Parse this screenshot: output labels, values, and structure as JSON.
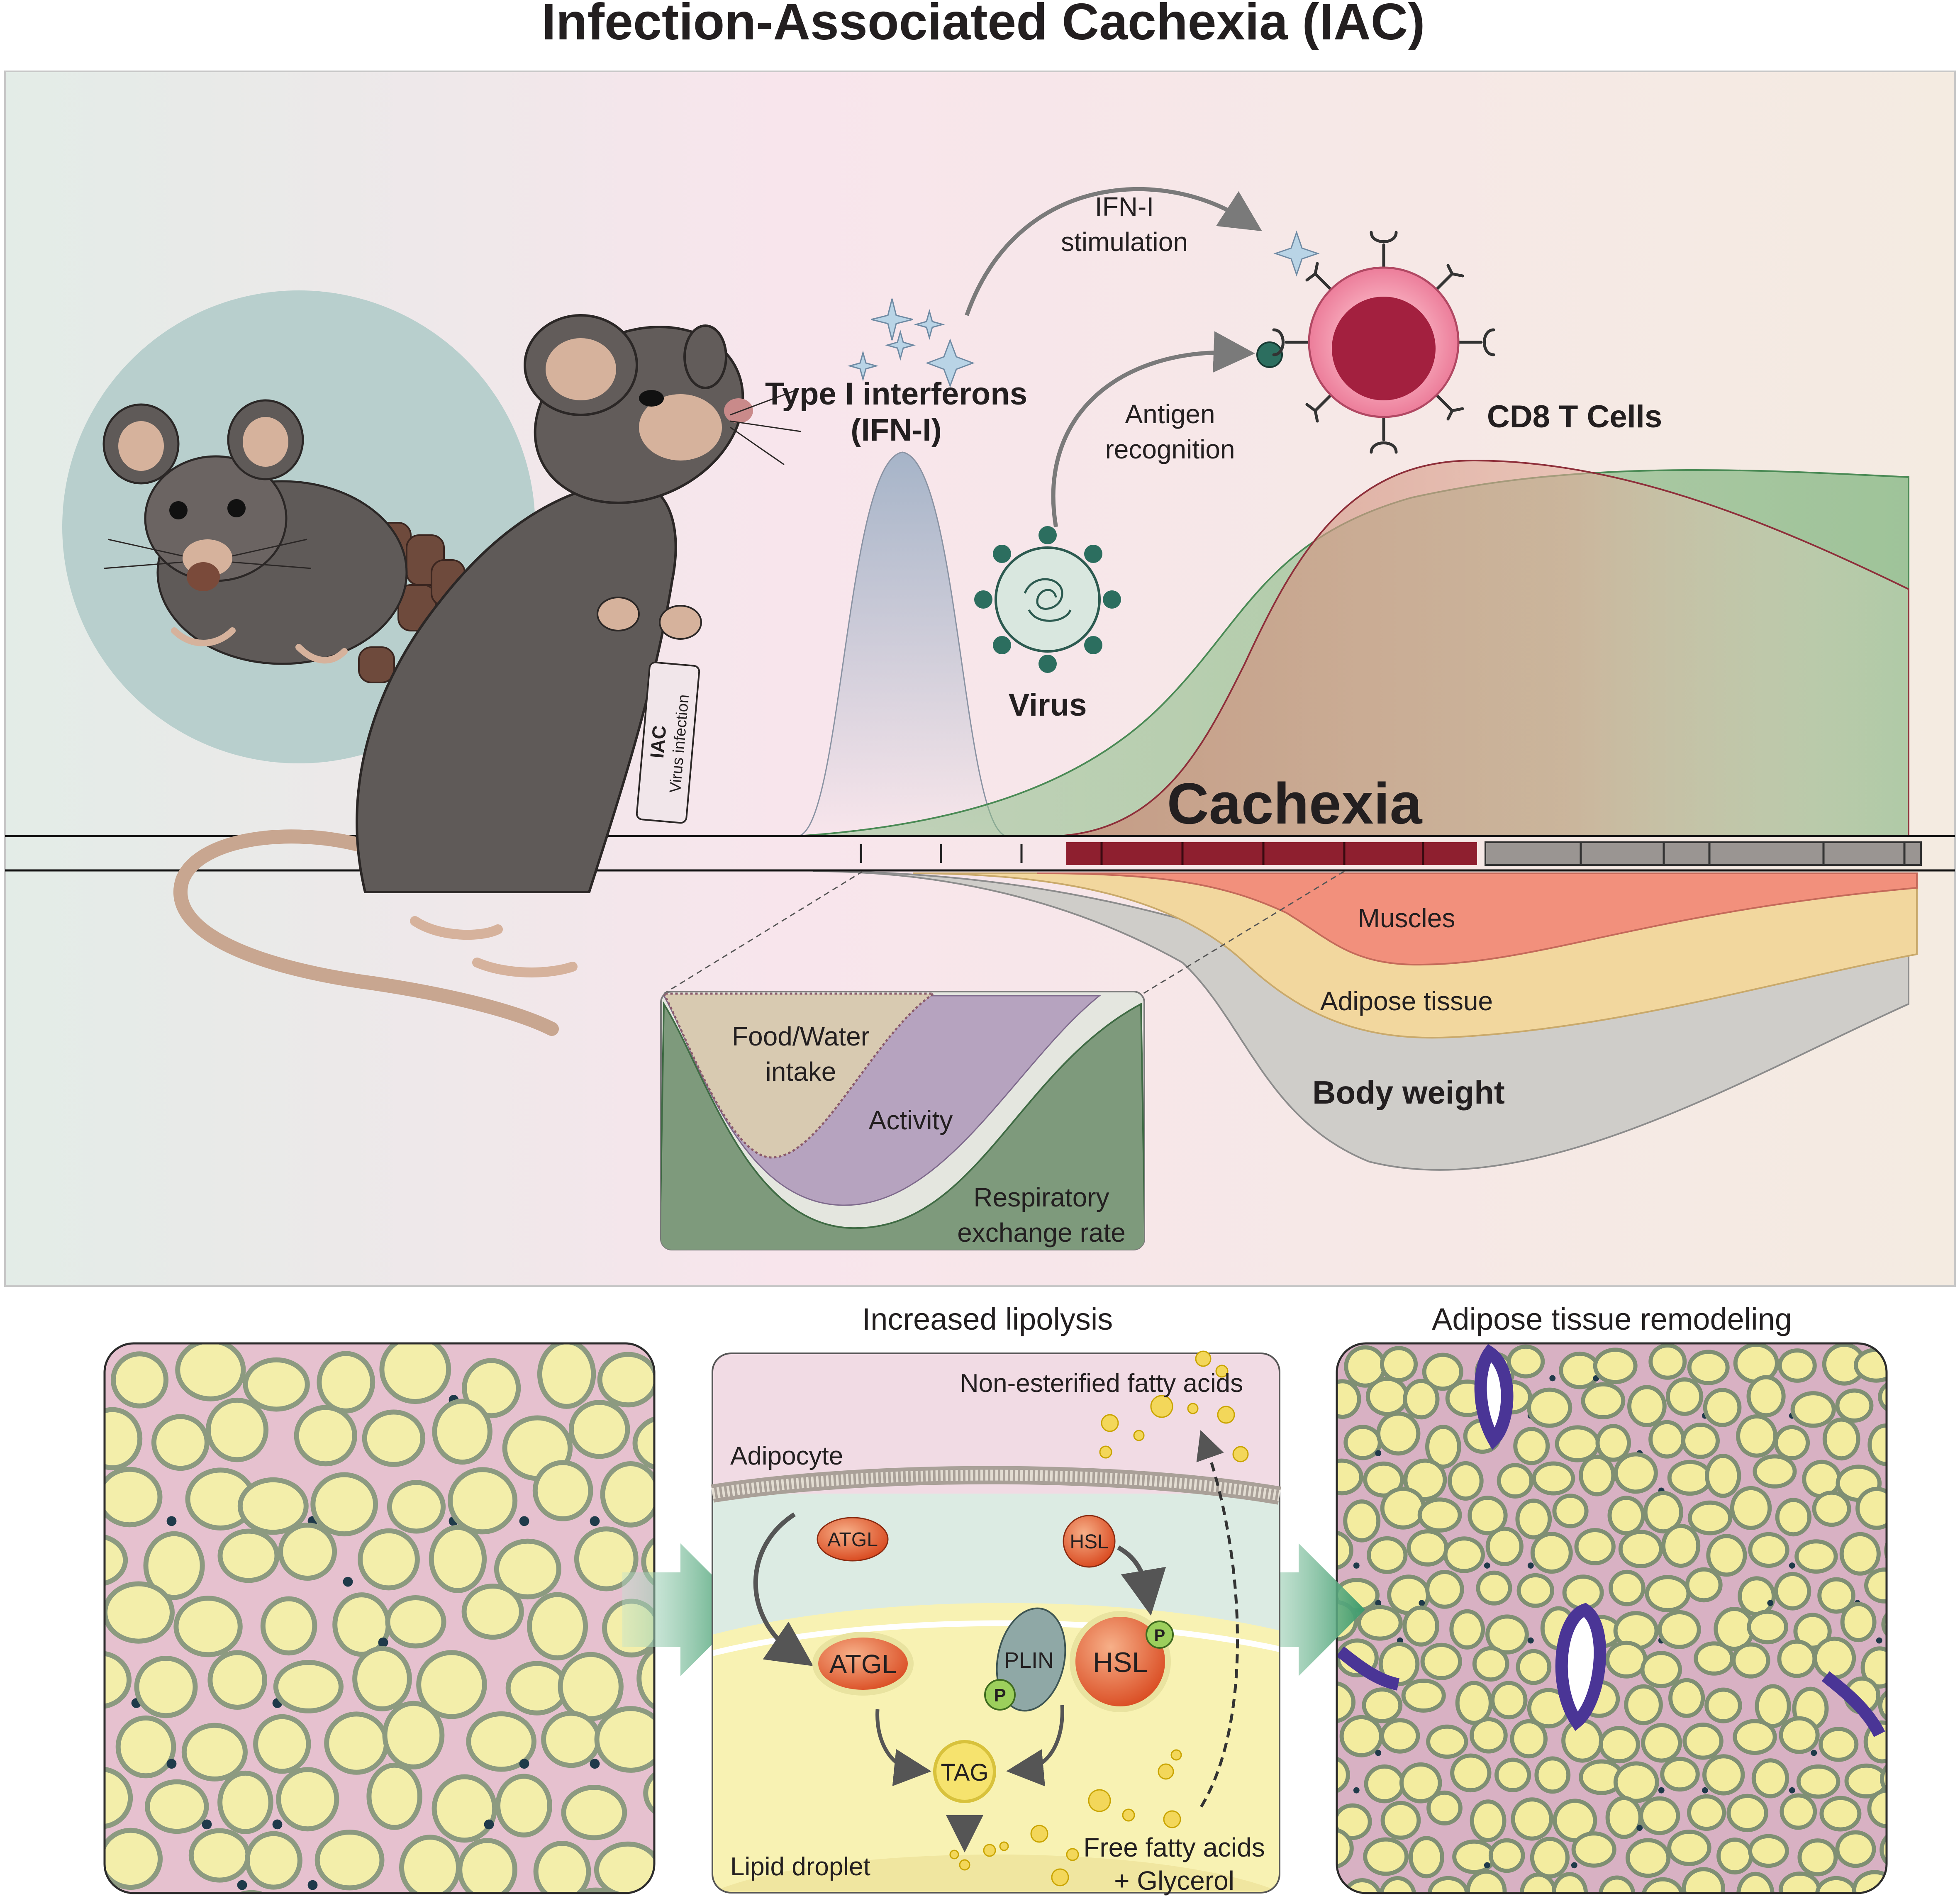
{
  "title": "Infection-Associated Cachexia (IAC)",
  "top_panel": {
    "ifn": {
      "line1": "Type I interferons",
      "line2": "(IFN-I)"
    },
    "ifn_stimulation": {
      "line1": "IFN-I",
      "line2": "stimulation"
    },
    "antigen_recognition": {
      "line1": "Antigen",
      "line2": "recognition"
    },
    "virus": "Virus",
    "cd8": "CD8 T Cells",
    "cachexia": "Cachexia",
    "tag_label": {
      "bold": "IAC",
      "sub": "Virus infection"
    },
    "muscles": "Muscles",
    "adipose": "Adipose tissue",
    "body_weight": "Body weight",
    "inset": {
      "food_water": {
        "line1": "Food/Water",
        "line2": "intake"
      },
      "activity": "Activity",
      "rer": {
        "line1": "Respiratory",
        "line2": "exchange rate"
      }
    }
  },
  "bottom_panel": {
    "lipolysis_title": "Increased lipolysis",
    "remodeling_title": "Adipose tissue remodeling",
    "nefa": "Non-esterified fatty acids",
    "adipocyte": "Adipocyte",
    "lipid_droplet": "Lipid droplet",
    "ffa": {
      "line1": "Free fatty acids",
      "line2": "+ Glycerol"
    },
    "atgl": "ATGL",
    "hsl": "HSL",
    "plin": "PLIN",
    "p": "P",
    "tag": "TAG"
  },
  "colors": {
    "muscle_red": "#8e1f2f",
    "adipocyte_yellow": "#f3eeaa",
    "tissue_pink": "#e6c1cf",
    "stroma_green": "#8c9a80",
    "arrow_green": "#3d9a6b",
    "hsl_orange": "#e8582a",
    "tcell_pink": "#ec7d9a"
  }
}
